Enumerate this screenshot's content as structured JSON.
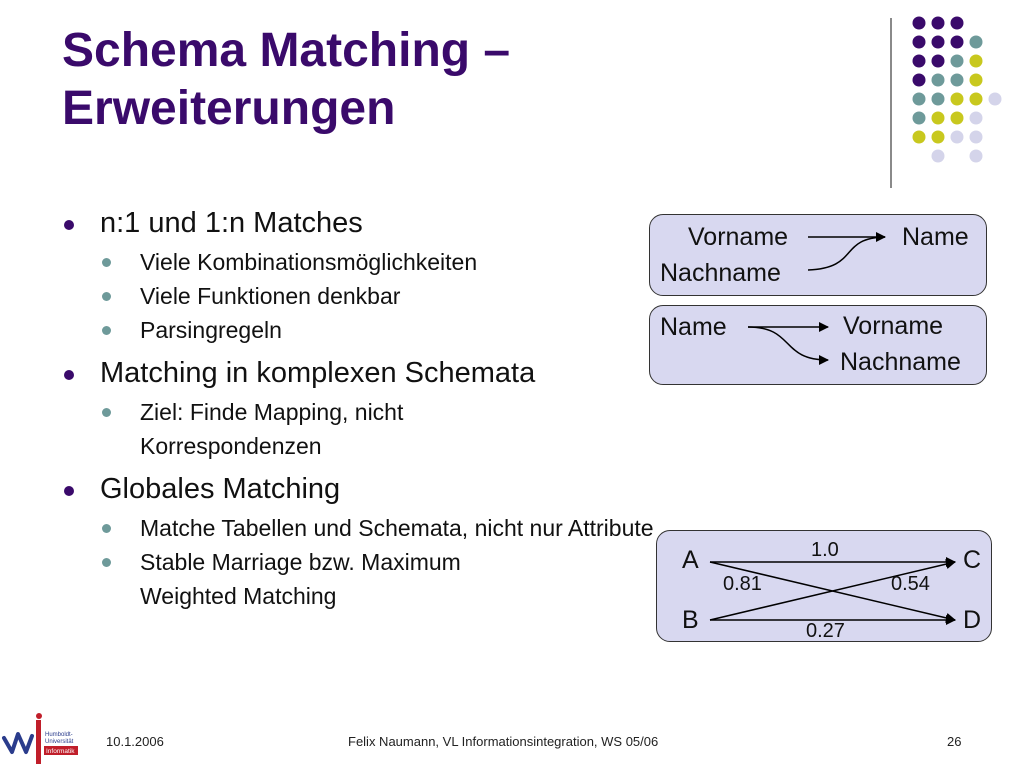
{
  "slide": {
    "title_line1": "Schema Matching –",
    "title_line2": "Erweiterungen",
    "bullets": [
      {
        "text": "n:1 und 1:n Matches",
        "sub": [
          "Viele Kombinationsmöglichkeiten",
          "Viele Funktionen denkbar",
          "Parsingregeln"
        ]
      },
      {
        "text": "Matching in komplexen Schemata",
        "sub": [
          "Ziel: Finde Mapping, nicht Korrespondenzen"
        ]
      },
      {
        "text": "Globales Matching",
        "sub": [
          "Matche Tabellen und Schemata, nicht nur Attribute",
          "Stable Marriage bzw. Maximum Weighted Matching"
        ]
      }
    ]
  },
  "diagram1": {
    "left_top": "Vorname",
    "left_bottom": "Nachname",
    "right": "Name"
  },
  "diagram2": {
    "left": "Name",
    "right_top": "Vorname",
    "right_bottom": "Nachname"
  },
  "diagram3": {
    "a": "A",
    "b": "B",
    "c": "C",
    "d": "D",
    "w_ac": "1.0",
    "w_ad": "0.81",
    "w_bc": "0.54",
    "w_bd": "0.27"
  },
  "footer": {
    "date": "10.1.2006",
    "author": "Felix Naumann, VL Informationsintegration, WS 05/06",
    "page": "26"
  },
  "logo": {
    "line1": "Humboldt-",
    "line2": "Universität",
    "line3": "Informatik"
  },
  "colors": {
    "title": "#3a0a6b",
    "dot_purple": "#3a0a6b",
    "dot_teal": "#6e9a9a",
    "dot_yellow": "#c8c81e",
    "dot_lavender": "#d4d4ea",
    "box_fill": "#d8d8f0"
  }
}
